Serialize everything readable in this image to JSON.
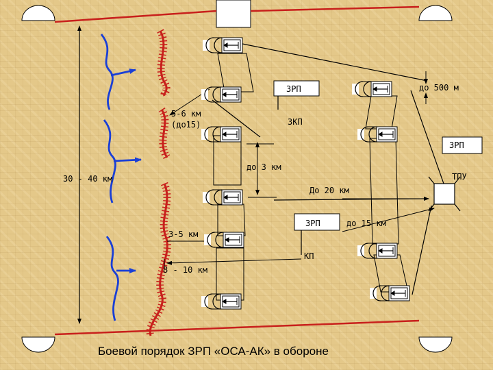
{
  "labels": {
    "zrp_center": "ЗРП",
    "zrp_right": "ЗРП",
    "zrp_lower": "ЗРП",
    "zkp": "ЗКП",
    "kp": "КП",
    "tpu": "ТПУ",
    "dist_500m": "до 500 м",
    "dist_5_6_line1": "5-6 км",
    "dist_5_6_line2": "(до15)",
    "dist_3km": "до 3 км",
    "dist_30_40": "30 - 40 км",
    "dist_20km": "До 20 км",
    "dist_15km": "до 15 км",
    "dist_3_5": "3-5 км",
    "dist_8_10": "8 - 10 км"
  },
  "caption": "Боевой порядок ЗРП «ОСА-АК» в обороне",
  "colors": {
    "enemy_blue": "#1a3fd6",
    "front_red": "#c8201c",
    "ink": "#000000",
    "box_fill": "#ffffff"
  }
}
